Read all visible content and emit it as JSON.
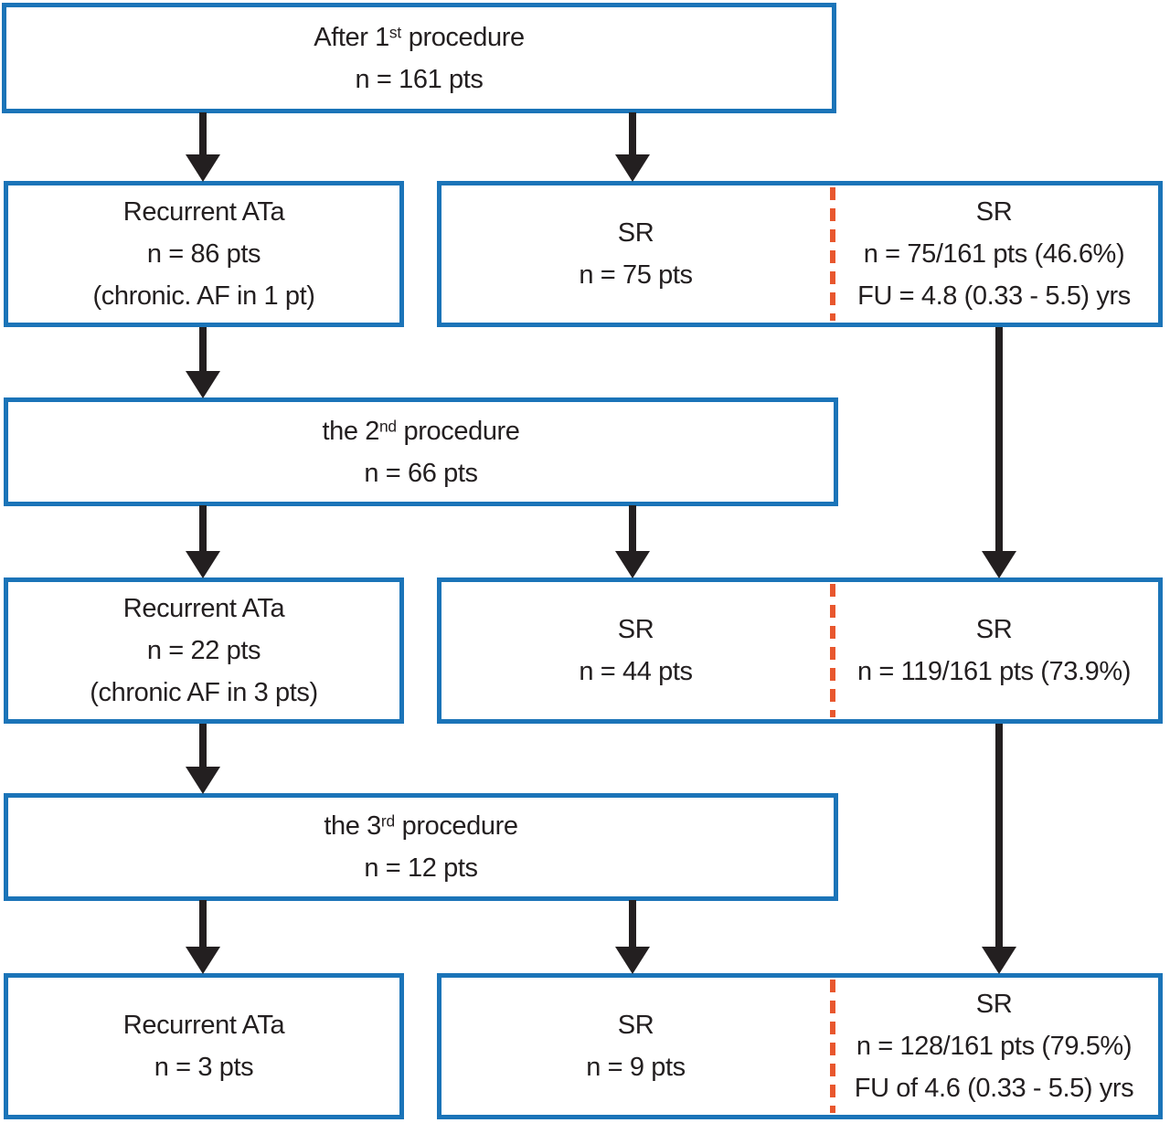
{
  "figure": {
    "colors": {
      "box_border": "#1b74b8",
      "dashed_divider": "#e8572e",
      "arrow": "#231f20",
      "text": "#231f20",
      "background": "#ffffff"
    },
    "boxes": {
      "proc1": {
        "line1_pre": "After 1",
        "line1_sup": "st",
        "line1_post": " procedure",
        "line2": "n = 161 pts"
      },
      "rec1": {
        "line1": "Recurrent ATa",
        "line2": "n = 86 pts",
        "line3": "(chronic. AF in 1 pt)"
      },
      "sr1_left": {
        "line1": "SR",
        "line2": "n = 75 pts"
      },
      "sr1_right": {
        "line1": "SR",
        "line2": "n = 75/161 pts (46.6%)",
        "line3": "FU = 4.8 (0.33 - 5.5) yrs"
      },
      "proc2": {
        "line1_pre": "the 2",
        "line1_sup": "nd",
        "line1_post": " procedure",
        "line2": "n = 66 pts"
      },
      "rec2": {
        "line1": "Recurrent ATa",
        "line2": "n = 22 pts",
        "line3": "(chronic AF in 3 pts)"
      },
      "sr2_left": {
        "line1": "SR",
        "line2": "n = 44 pts"
      },
      "sr2_right": {
        "line1": "SR",
        "line2": "n = 119/161 pts (73.9%)"
      },
      "proc3": {
        "line1_pre": "the 3",
        "line1_sup": "rd",
        "line1_post": " procedure",
        "line2": "n = 12 pts"
      },
      "rec3": {
        "line1": "Recurrent ATa",
        "line2": "n = 3 pts"
      },
      "sr3_left": {
        "line1": "SR",
        "line2": "n = 9 pts"
      },
      "sr3_right": {
        "line1": "SR",
        "line2": "n = 128/161 pts (79.5%)",
        "line3": "FU of 4.6 (0.33 - 5.5) yrs"
      }
    }
  }
}
